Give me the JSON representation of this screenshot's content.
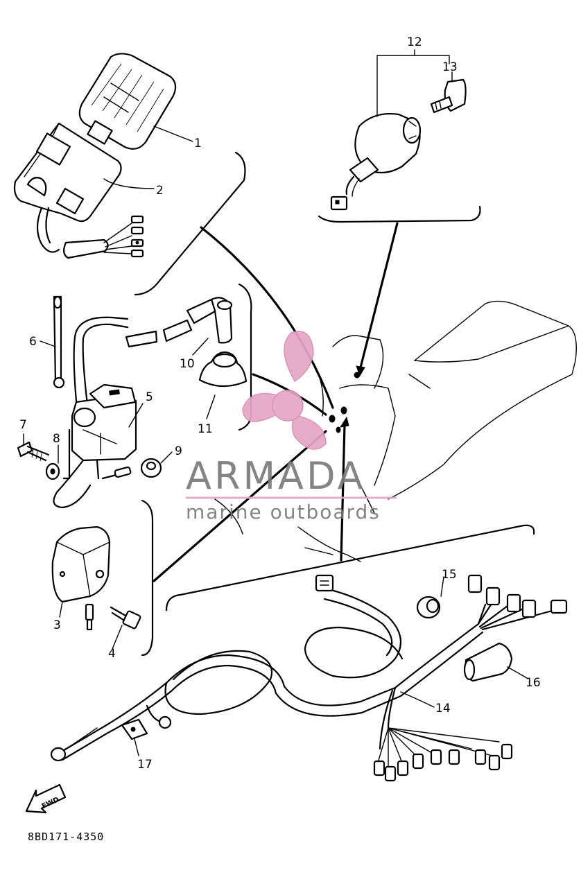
{
  "diagram_code": "8BD171-4350",
  "fwd_arrow_label": "FWD",
  "watermark": {
    "title": "ARMADA",
    "subtitle": "marine outboards",
    "accent_color": "#e6a6c6",
    "text_color": "#7a7a7a"
  },
  "part_numbers": [
    "1",
    "2",
    "3",
    "4",
    "5",
    "6",
    "7",
    "8",
    "9",
    "10",
    "11",
    "12",
    "13",
    "14",
    "15",
    "16",
    "17"
  ]
}
